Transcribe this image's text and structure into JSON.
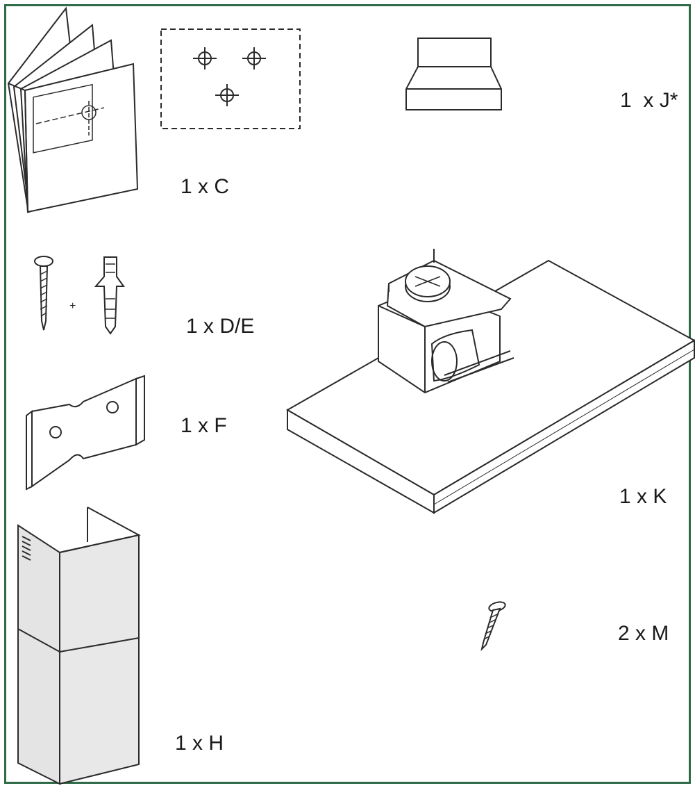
{
  "colors": {
    "frame": "#2e6b46",
    "line": "#2a2a2a",
    "panel": "#e6e6e6"
  },
  "parts": [
    {
      "id": "C",
      "label": "1 x C",
      "icon": "template-booklet-icon"
    },
    {
      "id": "DE",
      "label": "1 x D/E",
      "icon": "screw-and-wall-plug-icon",
      "plus": "+"
    },
    {
      "id": "F",
      "label": "1 x F",
      "icon": "mounting-bracket-icon"
    },
    {
      "id": "H",
      "label": "1 x H",
      "icon": "chimney-cover-icon"
    },
    {
      "id": "J",
      "label": "1  x J*",
      "icon": "duct-adapter-icon"
    },
    {
      "id": "K",
      "label": "1 x K",
      "icon": "hood-body-with-motor-icon"
    },
    {
      "id": "M",
      "label": "2 x M",
      "icon": "screw-icon"
    }
  ]
}
